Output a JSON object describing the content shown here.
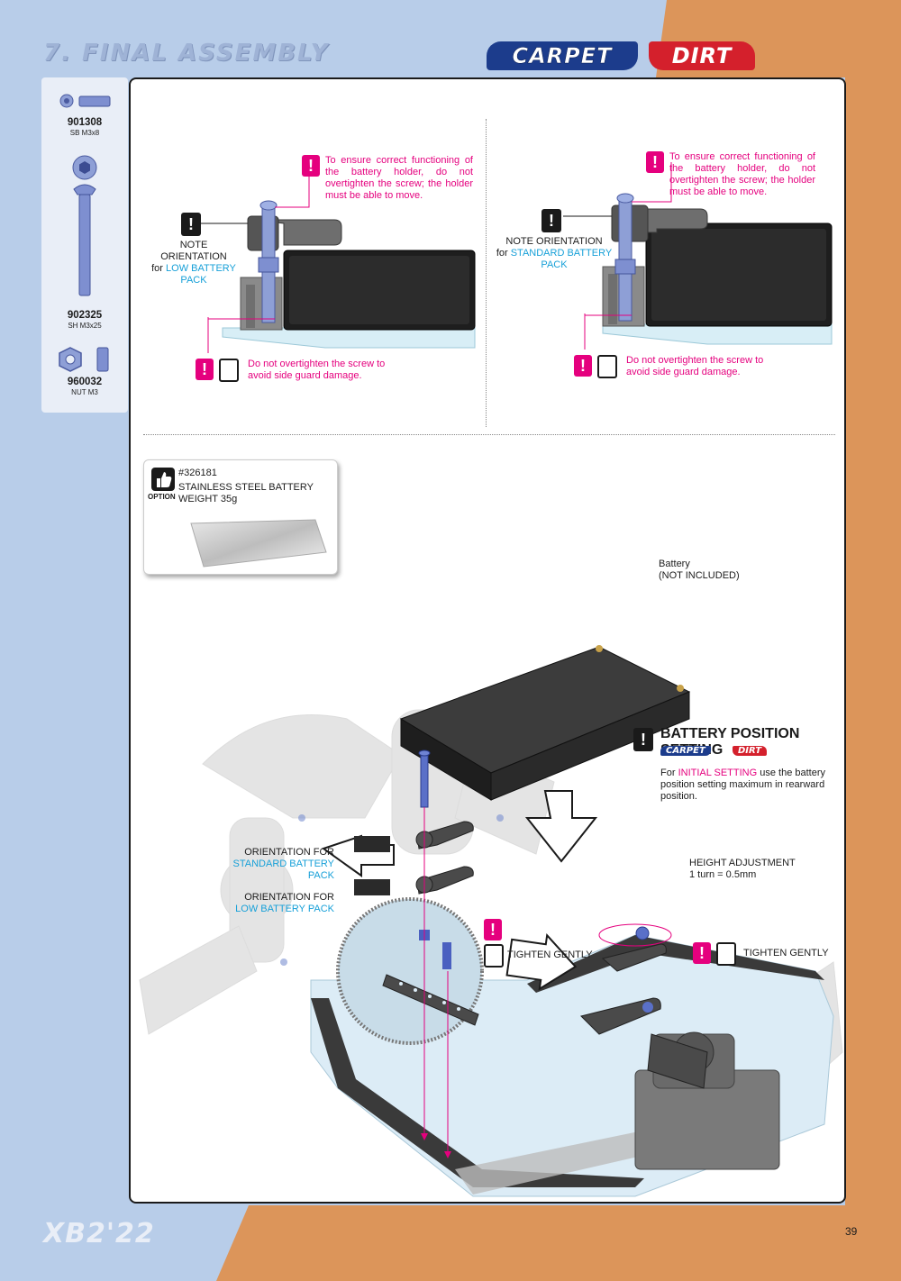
{
  "header": {
    "section_title": "7. FINAL ASSEMBLY",
    "badge_carpet": "CARPET",
    "badge_dirt": "DIRT"
  },
  "parts": [
    {
      "code": "901308",
      "desc": "SB M3x8"
    },
    {
      "code": "902325",
      "desc": "SH M3x25"
    },
    {
      "code": "960032",
      "desc": "NUT M3"
    }
  ],
  "left_detail": {
    "warning_top": "To ensure correct functioning of the battery holder, do not overtighten the screw; the holder must be able to move.",
    "note_line1": "NOTE ORIENTATION",
    "note_line2_prefix": "for",
    "note_line2_highlight": "LOW BATTERY PACK",
    "warning_bottom": "Do not overtighten the screw to avoid side guard damage."
  },
  "right_detail": {
    "warning_top": "To ensure correct functioning of the battery holder, do not overtighten the screw; the holder must be able to move.",
    "note_line1": "NOTE ORIENTATION",
    "note_line2_prefix": "for",
    "note_line2_highlight": "STANDARD BATTERY PACK",
    "warning_bottom": "Do not overtighten the screw to avoid side guard damage."
  },
  "option_box": {
    "badge": "OPTION",
    "part_no": "#326181",
    "desc": "STAINLESS STEEL BATTERY WEIGHT 35g"
  },
  "battery_label": {
    "line1": "Battery",
    "line2": "(NOT INCLUDED)"
  },
  "battery_setting": {
    "title": "BATTERY POSITION SETTING",
    "carpet": "CARPET",
    "dirt": "DIRT",
    "body_prefix": "For",
    "body_highlight": "INITIAL SETTING",
    "body_rest": "use the battery position setting maximum in rearward position."
  },
  "orientation_standard": {
    "line1": "ORIENTATION FOR",
    "line2": "STANDARD BATTERY PACK"
  },
  "orientation_low": {
    "line1": "ORIENTATION FOR",
    "line2": "LOW BATTERY PACK"
  },
  "height_adjustment": {
    "line1": "HEIGHT ADJUSTMENT",
    "line2": "1 turn = 0.5mm"
  },
  "tighten_left": "TIGHTEN GENTLY",
  "tighten_right": "TIGHTEN GENTLY",
  "footer": {
    "model": "XB2'22",
    "page": "39"
  },
  "colors": {
    "magenta": "#e5007e",
    "cyan": "#17a0d8",
    "blue_bg": "#b8cde9",
    "orange_bg": "#dc955a"
  }
}
